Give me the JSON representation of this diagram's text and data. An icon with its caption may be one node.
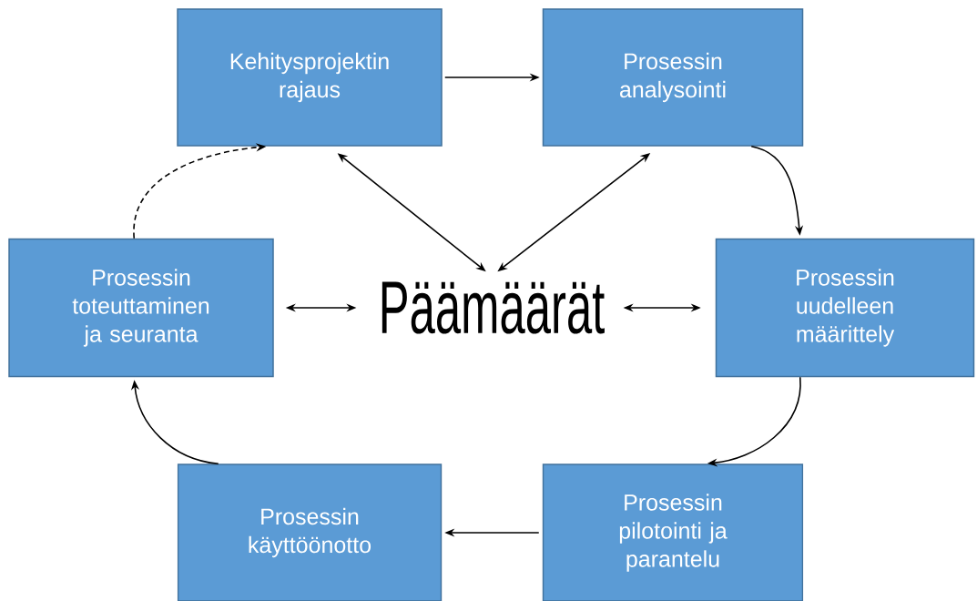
{
  "diagram": {
    "nodes": [
      {
        "text": [
          "Kehitysprojektin rajaus"
        ]
      },
      {
        "text": [
          "Prosessin analysointi"
        ]
      },
      {
        "text": [
          "Prosessin toteuttaminen ja seuranta"
        ]
      },
      {
        "text": [
          "Päämäärät"
        ]
      },
      {
        "text": [
          "Prosessin uudelleen määrittely"
        ]
      },
      {
        "text": [
          "Prosessin käyttöönotto"
        ]
      },
      {
        "text": [
          "Prosessin pilotointi ja parantelu"
        ]
      }
    ],
    "edges": [
      {
        "from": 0,
        "to": 1,
        "arrow": "to"
      },
      {
        "from": 1,
        "to": 4,
        "arrow": "to"
      },
      {
        "from": 4,
        "to": 6,
        "arrow": "to"
      },
      {
        "from": 6,
        "to": 5,
        "arrow": "to"
      },
      {
        "from": 5,
        "to": 2,
        "arrow": "to"
      },
      {
        "from": 2,
        "to": 0,
        "arrow": "to",
        "style": "dashed"
      },
      {
        "from": 0,
        "to": 3,
        "arrow": "both"
      },
      {
        "from": 1,
        "to": 3,
        "arrow": "both"
      },
      {
        "from": 2,
        "to": 3,
        "arrow": "both"
      },
      {
        "from": 3,
        "to": 4,
        "arrow": "both"
      }
    ]
  }
}
